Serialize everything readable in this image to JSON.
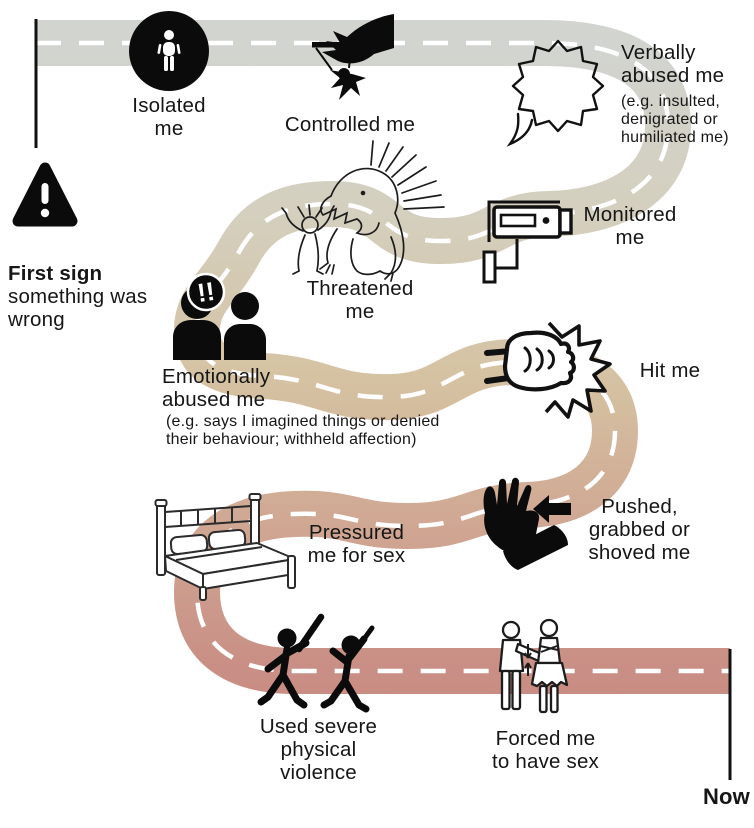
{
  "diagram": {
    "start_marker": {
      "title": "First sign",
      "subtitle": "something was\nwrong"
    },
    "end_marker": {
      "label": "Now"
    },
    "stages": [
      {
        "label": "Isolated\nme",
        "icon": "isolated-person-icon"
      },
      {
        "label": "Controlled me",
        "icon": "puppet-strings-icon"
      },
      {
        "label": "Verbally\nabused me",
        "sublabel": "(e.g. insulted,\ndenigrated or\nhumiliated me)",
        "icon": "speech-bubble-icon"
      },
      {
        "label": "Monitored\nme",
        "icon": "cctv-camera-icon"
      },
      {
        "label": "Threatened\nme",
        "icon": "threatening-figure-icon"
      },
      {
        "label": "Emotionally\nabused me",
        "sublabel": "(e.g. says I imagined things or denied\ntheir behaviour; withheld affection)",
        "icon": "arguing-couple-icon"
      },
      {
        "label": "Hit me",
        "icon": "fist-punch-icon"
      },
      {
        "label": "Pushed,\ngrabbed or\nshoved me",
        "icon": "pushing-hand-icon"
      },
      {
        "label": "Pressured\nme for sex",
        "icon": "bed-icon"
      },
      {
        "label": "Used severe\nphysical\nviolence",
        "icon": "physical-violence-icon"
      },
      {
        "label": "Forced me\nto have sex",
        "icon": "forced-couple-icon"
      }
    ],
    "emotional_bubble_text": "!!",
    "road_colors": [
      "#d2d4d0",
      "#d4cfbe",
      "#d5c2a2",
      "#d0a994",
      "#c98e85",
      "#c7867c"
    ],
    "dash_color": "#ffffff",
    "ink_color": "#111111"
  }
}
